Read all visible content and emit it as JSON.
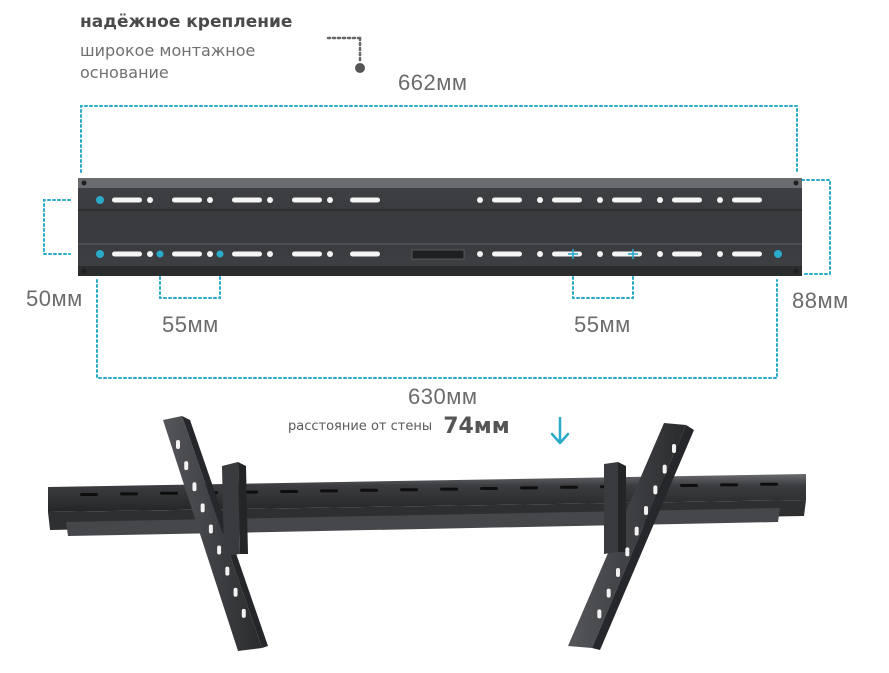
{
  "feature": {
    "title": "надёжное крепление",
    "subtitle": "широкое монтажное основание"
  },
  "dimensions": {
    "overall_width": "662мм",
    "overall_height": "88мм",
    "rail_spacing": "50мм",
    "hole_pitch_left": "55мм",
    "hole_pitch_right": "55мм",
    "mount_width": "630мм"
  },
  "wall_distance": {
    "text": "расстояние от стены",
    "value": "74мм"
  },
  "colors": {
    "accent": "#2aa9c9",
    "metal": "#3c3d40",
    "metal_dark": "#2a2b2d",
    "text": "#6b6b6b"
  },
  "icons": {
    "arrow": "arrow-down-icon",
    "pointer": "dot-pointer-icon"
  }
}
